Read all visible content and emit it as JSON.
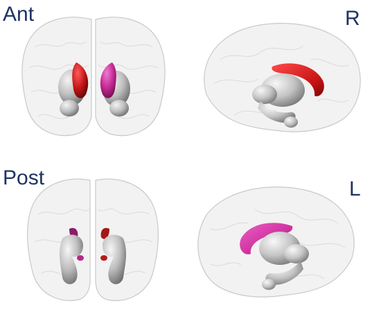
{
  "labels": {
    "top_left": "Ant",
    "top_right": "R",
    "bottom_left": "Post",
    "bottom_right": "L"
  },
  "colors": {
    "label_text": "#1f3264",
    "brain_fill": "#f2f2f2",
    "brain_outline": "#c8c8c8",
    "gyri_line": "#d7d7d7",
    "deep_structure_gray": "#a6a6a6",
    "caudate_right_red": "#d11a1a",
    "caudate_left_magenta": "#c9299b"
  }
}
